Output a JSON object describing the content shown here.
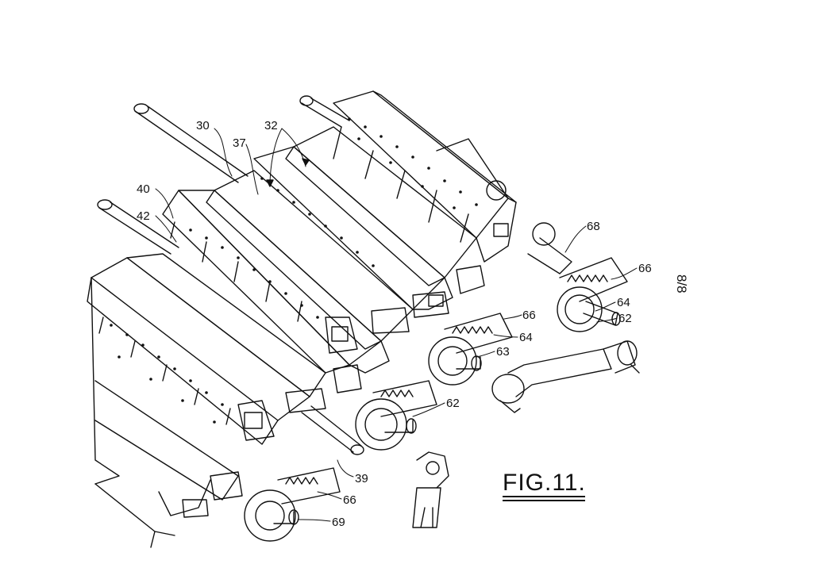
{
  "figure": {
    "title": "FIG.11.",
    "sheet": "8/8"
  },
  "labels": {
    "l30": "30",
    "l32": "32",
    "l37": "37",
    "l40": "40",
    "l42": "42",
    "l68": "68",
    "l66a": "66",
    "l64a": "64",
    "l66b": "66",
    "l62a": "62",
    "l64b": "64",
    "l63": "63",
    "l62b": "62",
    "l39": "39",
    "l66c": "66",
    "l69": "69"
  }
}
